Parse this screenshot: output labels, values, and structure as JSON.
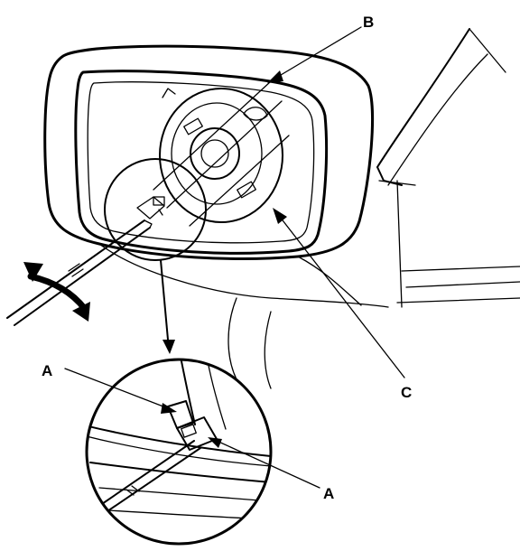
{
  "callouts": {
    "b": "B",
    "c": "C",
    "a_left": "A",
    "a_right": "A"
  },
  "colors": {
    "ink": "#000000",
    "paper": "#ffffff"
  }
}
